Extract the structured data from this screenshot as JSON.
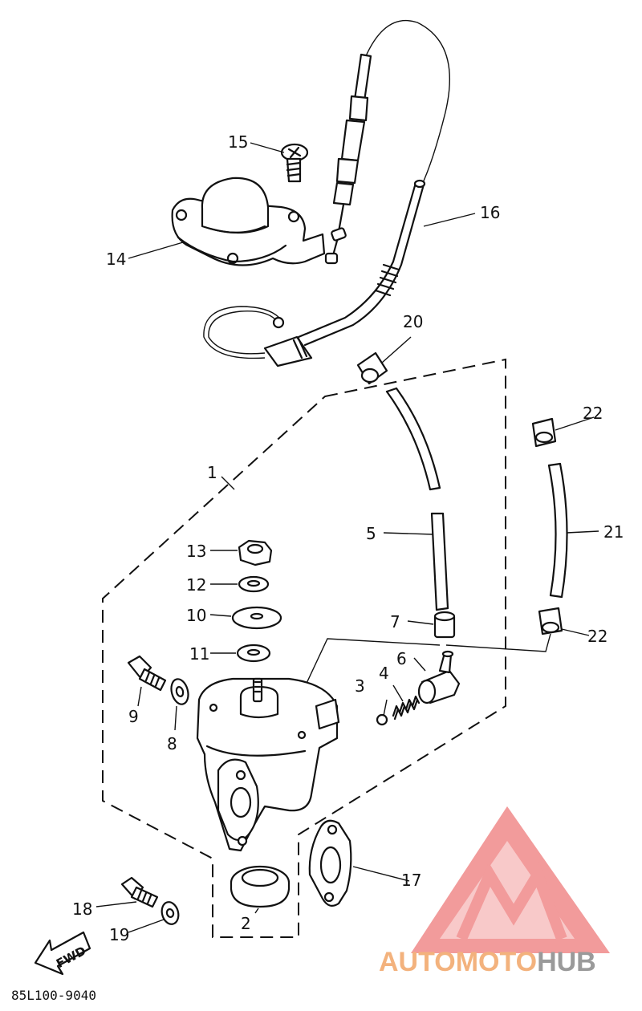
{
  "diagram_code": "85L100-9040",
  "fwd_label": "FWD",
  "brand": {
    "part1": "AUTOMOTO",
    "part2": "HUB",
    "color1": "#f3b27d",
    "color2": "#9a9a9a",
    "logo_color": "#f08a8a"
  },
  "callouts": [
    {
      "id": "c1",
      "text": "1"
    },
    {
      "id": "c2",
      "text": "2"
    },
    {
      "id": "c3",
      "text": "3"
    },
    {
      "id": "c4",
      "text": "4"
    },
    {
      "id": "c5",
      "text": "5"
    },
    {
      "id": "c6",
      "text": "6"
    },
    {
      "id": "c7",
      "text": "7"
    },
    {
      "id": "c8",
      "text": "8"
    },
    {
      "id": "c9",
      "text": "9"
    },
    {
      "id": "c10",
      "text": "10"
    },
    {
      "id": "c11",
      "text": "11"
    },
    {
      "id": "c12",
      "text": "12"
    },
    {
      "id": "c13",
      "text": "13"
    },
    {
      "id": "c14",
      "text": "14"
    },
    {
      "id": "c15",
      "text": "15"
    },
    {
      "id": "c16",
      "text": "16"
    },
    {
      "id": "c17",
      "text": "17"
    },
    {
      "id": "c18",
      "text": "18"
    },
    {
      "id": "c19",
      "text": "19"
    },
    {
      "id": "c20",
      "text": "20"
    },
    {
      "id": "c21",
      "text": "21"
    },
    {
      "id": "c22a",
      "text": "22"
    },
    {
      "id": "c22b",
      "text": "22"
    }
  ]
}
